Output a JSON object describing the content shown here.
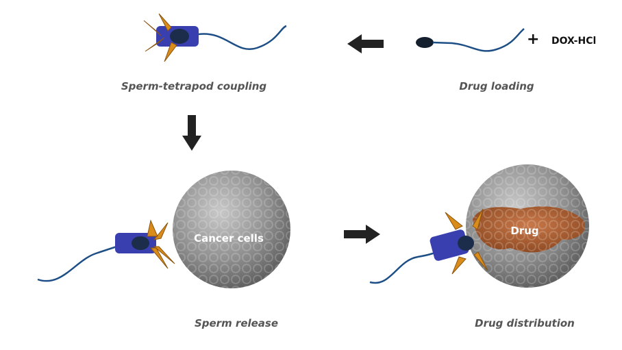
{
  "steps": {
    "coupling": "Sperm-tetrapod coupling",
    "loading": "Drug loading",
    "release": "Sperm release",
    "distribution": "Drug distribution"
  },
  "reagent": {
    "plus": "+",
    "name": "DOX-HCl"
  },
  "labels": {
    "cancer_cells": "Cancer cells",
    "drug": "Drug"
  },
  "colors": {
    "sperm": "#1d4f86",
    "tetrapod": "#d98c1a",
    "tube": "#3a3fb0",
    "cell": "#8a8a8a",
    "drug": "#b5652e",
    "arrow": "#222222"
  }
}
